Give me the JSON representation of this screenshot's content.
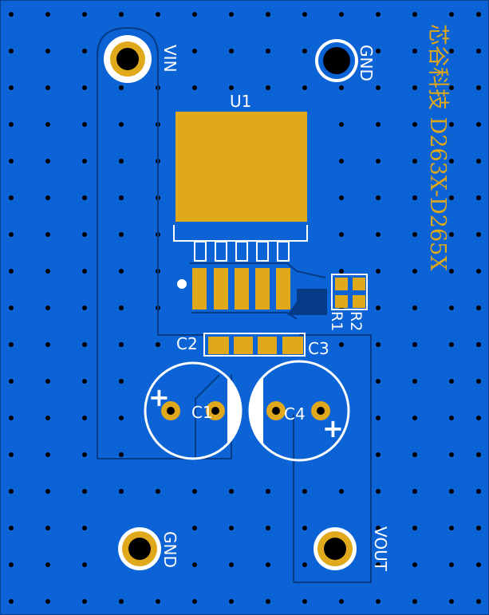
{
  "board": {
    "colors": {
      "copper": "#0b63d6",
      "trace": "#0a57c2",
      "pad": "#e0a81b",
      "silk": "#ffffff",
      "via": "#000000"
    },
    "brand_text": "芯谷科技 D263X-D265X",
    "labels": {
      "vin": "VIN",
      "gnd_top": "GND",
      "gnd_bottom": "GND",
      "vout": "VOUT",
      "u1": "U1",
      "r1": "R1",
      "r2": "R2",
      "c1": "C1",
      "c2": "C2",
      "c3": "C3",
      "c4": "C4",
      "plus_c1": "+",
      "plus_c4": "+"
    }
  }
}
